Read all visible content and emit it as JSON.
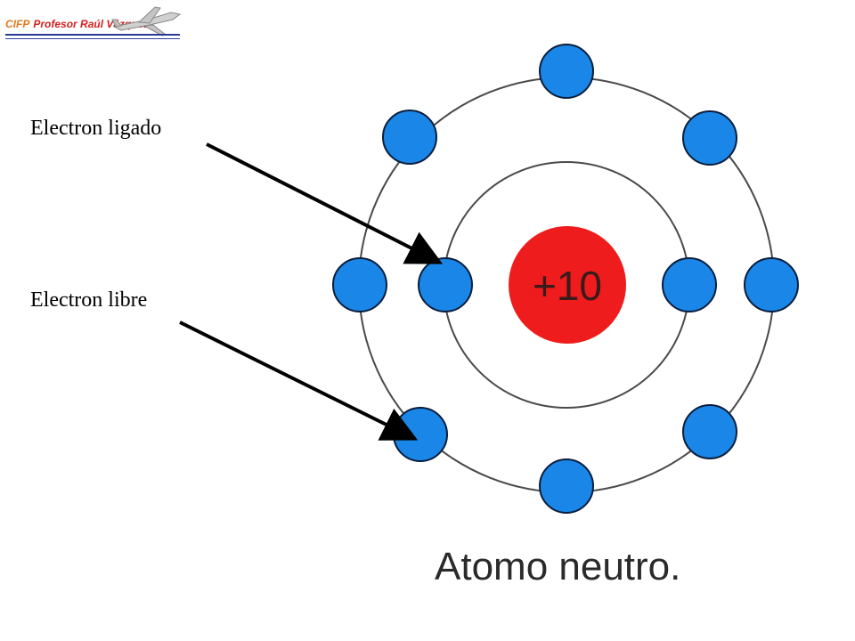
{
  "header": {
    "logo_prefix": "CIFP",
    "logo_name": "Profesor Raúl Vázquez"
  },
  "labels": {
    "bound_electron": "Electron ligado",
    "free_electron": "Electron libre"
  },
  "nucleus": {
    "charge_label": "+10"
  },
  "caption": "Atomo neutro.",
  "colors": {
    "nucleus": "#ee1c1c",
    "electron": "#1a86e8",
    "electron_outline": "#0a1e3c",
    "orbit": "#4a4a4a",
    "arrow": "#000000",
    "logo_accent": "#e2781e",
    "logo_name": "#d42020",
    "logo_line": "#2a3a9a"
  },
  "icons": {
    "logo_graphic": "airplane-icon"
  }
}
